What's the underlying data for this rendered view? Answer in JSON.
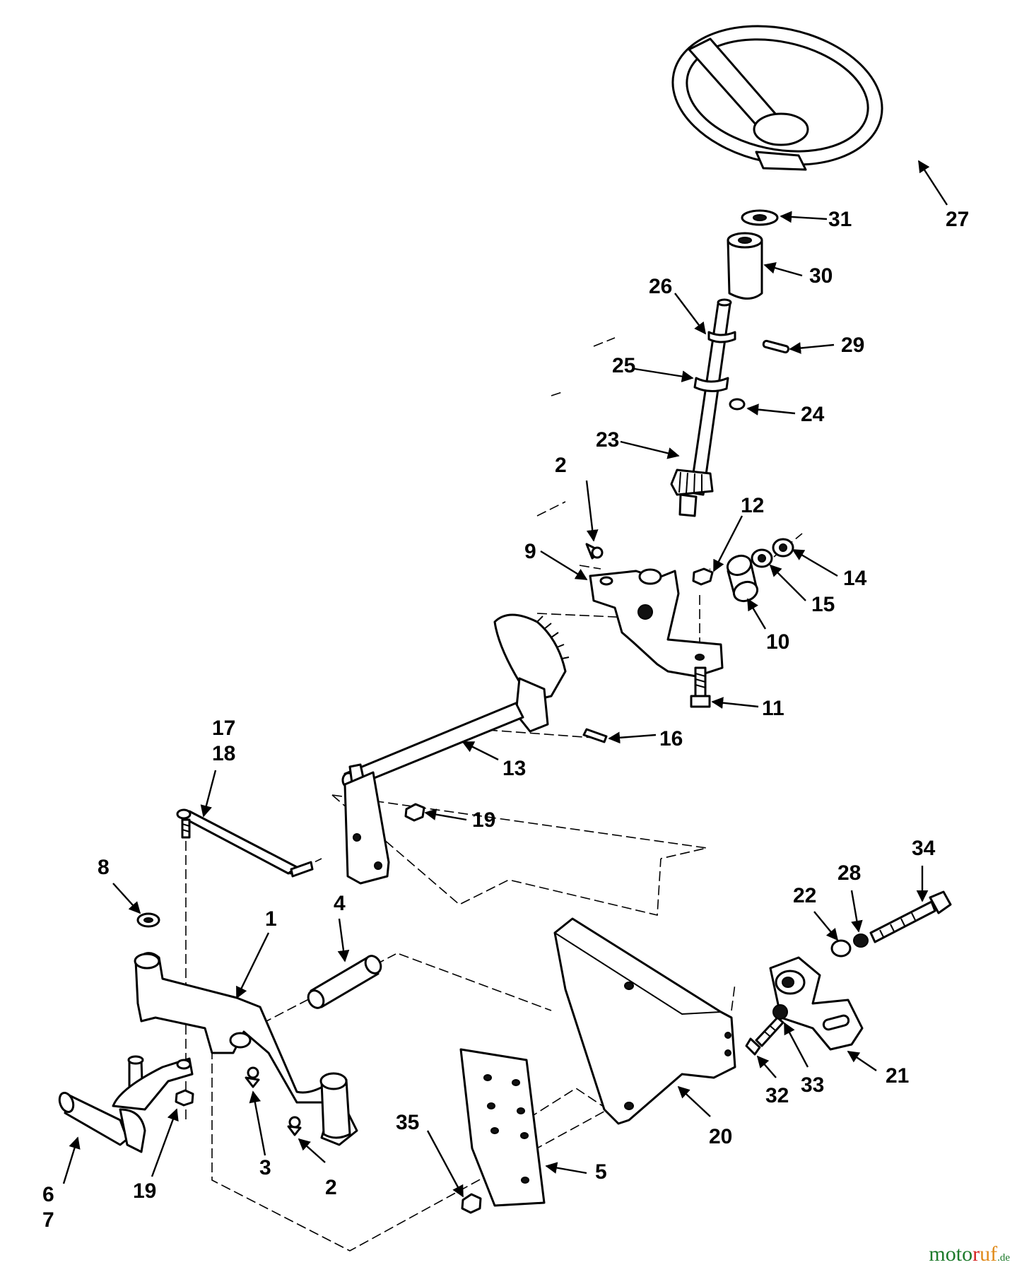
{
  "diagram": {
    "parts": [
      {
        "id": "p1",
        "label": "1"
      },
      {
        "id": "p2a",
        "label": "2"
      },
      {
        "id": "p2b",
        "label": "2"
      },
      {
        "id": "p3",
        "label": "3"
      },
      {
        "id": "p4",
        "label": "4"
      },
      {
        "id": "p5",
        "label": "5"
      },
      {
        "id": "p6",
        "label": "6"
      },
      {
        "id": "p7",
        "label": "7"
      },
      {
        "id": "p8",
        "label": "8"
      },
      {
        "id": "p9",
        "label": "9"
      },
      {
        "id": "p10",
        "label": "10"
      },
      {
        "id": "p11",
        "label": "11"
      },
      {
        "id": "p12",
        "label": "12"
      },
      {
        "id": "p13",
        "label": "13"
      },
      {
        "id": "p14",
        "label": "14"
      },
      {
        "id": "p15",
        "label": "15"
      },
      {
        "id": "p16",
        "label": "16"
      },
      {
        "id": "p17",
        "label": "17"
      },
      {
        "id": "p18",
        "label": "18"
      },
      {
        "id": "p19a",
        "label": "19"
      },
      {
        "id": "p19b",
        "label": "19"
      },
      {
        "id": "p20",
        "label": "20"
      },
      {
        "id": "p21",
        "label": "21"
      },
      {
        "id": "p22",
        "label": "22"
      },
      {
        "id": "p23",
        "label": "23"
      },
      {
        "id": "p24",
        "label": "24"
      },
      {
        "id": "p25",
        "label": "25"
      },
      {
        "id": "p26",
        "label": "26"
      },
      {
        "id": "p27",
        "label": "27"
      },
      {
        "id": "p28",
        "label": "28"
      },
      {
        "id": "p29",
        "label": "29"
      },
      {
        "id": "p30",
        "label": "30"
      },
      {
        "id": "p31",
        "label": "31"
      },
      {
        "id": "p32",
        "label": "32"
      },
      {
        "id": "p33",
        "label": "33"
      },
      {
        "id": "p34",
        "label": "34"
      },
      {
        "id": "p35",
        "label": "35"
      }
    ]
  },
  "watermark": {
    "part1": "moto",
    "part2": "r",
    "part3": "uf",
    "part4": ".de"
  }
}
